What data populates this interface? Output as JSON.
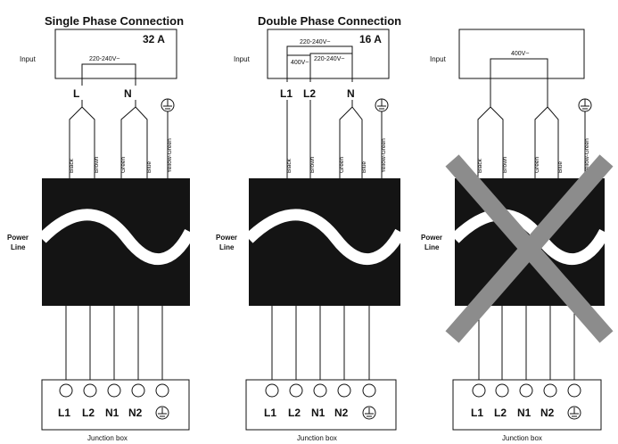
{
  "panels": [
    {
      "id": "single",
      "title": "Single Phase Connection",
      "input_label": "Input",
      "amperage": "32 A",
      "voltages": [
        "220-240V~"
      ],
      "terminals": [
        "L",
        "N"
      ],
      "wires": [
        "Black",
        "Brown",
        "Green",
        "Blue",
        "Yellow-Green"
      ],
      "power_line_label": [
        "Power",
        "Line"
      ],
      "bottom_terminals": [
        "L1",
        "L2",
        "N1",
        "N2"
      ],
      "junction_label": "Junction box",
      "crossed": false
    },
    {
      "id": "double",
      "title": "Double Phase Connection",
      "input_label": "Input",
      "amperage": "16 A",
      "voltages": [
        "220-240V~",
        "400V~",
        "220-240V~"
      ],
      "terminals": [
        "L1",
        "L2",
        "N"
      ],
      "wires": [
        "Black",
        "Brown",
        "Green",
        "Blue",
        "Yellow-Green"
      ],
      "power_line_label": [
        "Power",
        "Line"
      ],
      "bottom_terminals": [
        "L1",
        "L2",
        "N1",
        "N2"
      ],
      "junction_label": "Junction box",
      "crossed": false
    },
    {
      "id": "invalid",
      "title": "",
      "input_label": "Input",
      "amperage": "",
      "voltages": [
        "400V~"
      ],
      "terminals": [],
      "wires": [
        "Black",
        "Brown",
        "Green",
        "Blue",
        "Yellow-Green"
      ],
      "power_line_label": [
        "Power",
        "Line"
      ],
      "bottom_terminals": [
        "L1",
        "L2",
        "N1",
        "N2"
      ],
      "junction_label": "Junction box",
      "crossed": true
    }
  ],
  "colors": {
    "ink": "#111111",
    "block": "#141414",
    "cross": "#8c8c8c",
    "wave": "#ffffff"
  }
}
